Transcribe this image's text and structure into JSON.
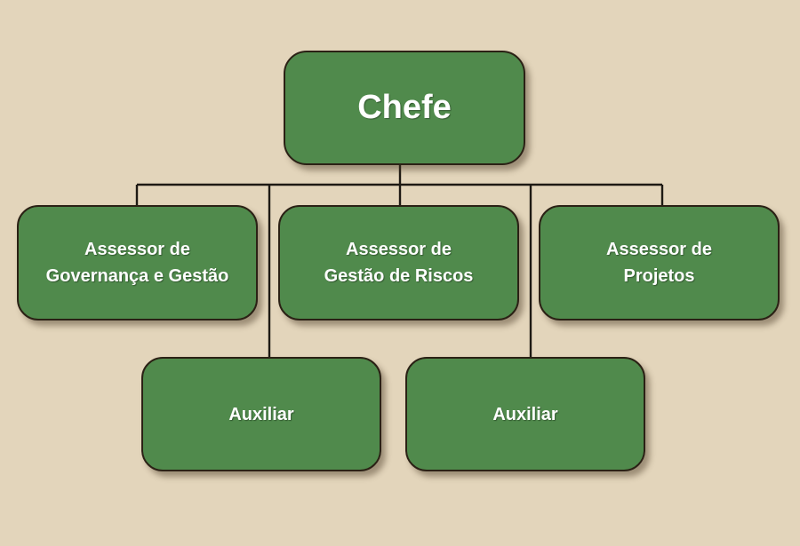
{
  "org_chart": {
    "root": {
      "label": "Chefe"
    },
    "advisors": [
      {
        "label": "Assessor de\nGovernança e Gestão"
      },
      {
        "label": "Assessor de\nGestão de Riscos"
      },
      {
        "label": "Assessor de\nProjetos"
      }
    ],
    "assistants": [
      {
        "label": "Auxiliar"
      },
      {
        "label": "Auxiliar"
      }
    ]
  },
  "colors": {
    "background": "#e3d5bb",
    "node_fill": "#508a4c",
    "node_border": "#2b2115",
    "connector": "#1e1a14",
    "text": "#ffffff"
  }
}
